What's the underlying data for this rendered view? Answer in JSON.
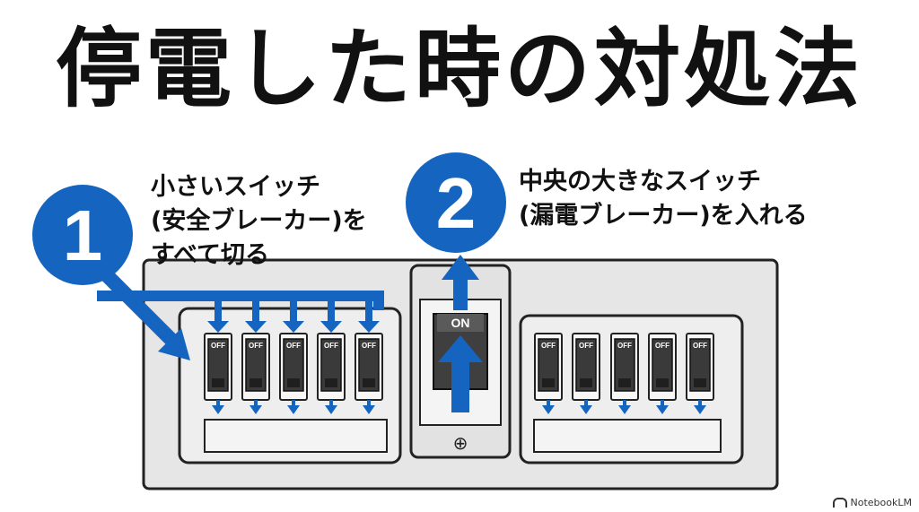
{
  "title": "停電した時の対処法",
  "steps": [
    {
      "number": "1",
      "lines": [
        "小さいスイッチ",
        "(安全ブレーカー)を",
        "すべて切る"
      ]
    },
    {
      "number": "2",
      "lines": [
        "中央の大きなスイッチ",
        "(漏電ブレーカー)を入れる"
      ]
    }
  ],
  "panel": {
    "small_breaker_label": "OFF",
    "main_breaker_label": "ON",
    "main_screw_symbol": "⊕",
    "left_group_count": 5,
    "right_group_count": 5
  },
  "colors": {
    "accent_blue": "#1565c0",
    "panel_gray": "#e6e6e6",
    "breaker_dark": "#3a3a3a"
  },
  "footer": {
    "brand": "NotebookLM"
  }
}
